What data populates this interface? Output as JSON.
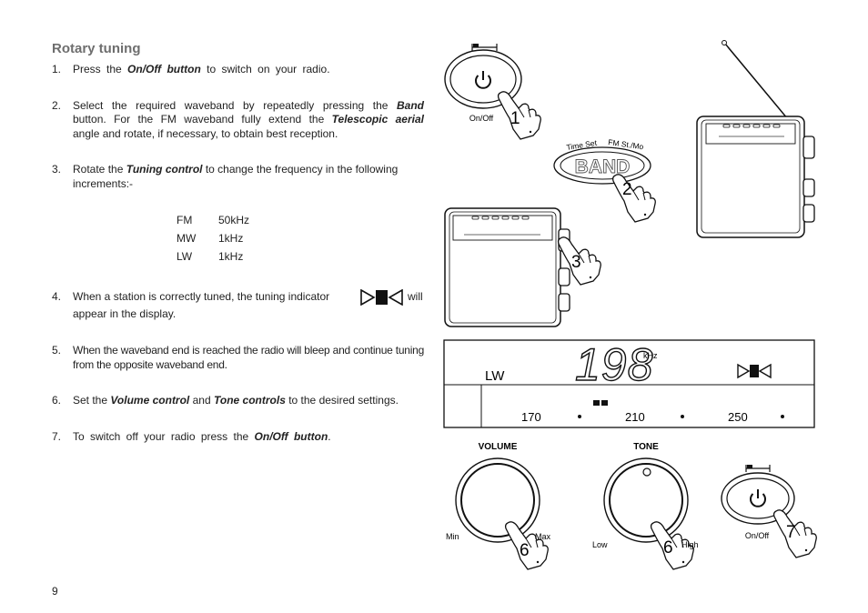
{
  "title": "Rotary tuning",
  "page_number": "9",
  "steps": [
    {
      "num": "1.",
      "pre": "Press the ",
      "bold": "On/Off button",
      "post": " to switch on your radio."
    },
    {
      "num": "2.",
      "line1_pre": "Select the required waveband by repeatedly pressing the ",
      "line1_bold": "Band",
      "line2_pre": "button. For the FM waveband fully extend the ",
      "line2_bold": "Telescopic aerial",
      "line3": "angle and rotate, if necessary, to obtain best reception."
    },
    {
      "num": "3.",
      "pre": "Rotate the ",
      "bold": "Tuning control",
      "post": " to change  the frequency in the following increments:-"
    },
    {
      "num": "4.",
      "pre": "When a station is correctly tuned, the tuning indicator",
      "post": "will",
      "line2": "appear in the display."
    },
    {
      "num": "5.",
      "text": "When the waveband end is reached the radio will bleep and continue tuning from the opposite waveband end."
    },
    {
      "num": "6.",
      "pre": "Set the ",
      "bold1": "Volume control",
      "mid": " and ",
      "bold2": "Tone controls",
      "post": " to the desired settings."
    },
    {
      "num": "7.",
      "pre": "To switch off your radio press the ",
      "bold": "On/Off button",
      "post": "."
    }
  ],
  "increments": [
    {
      "band": "FM",
      "value": "50kHz"
    },
    {
      "band": "MW",
      "value": "1kHz"
    },
    {
      "band": "LW",
      "value": "1kHz"
    }
  ],
  "diagram": {
    "onoff_label": "On/Off",
    "time_set_label": "Time Set",
    "fm_label": "FM St./Mo",
    "band_label": "BAND",
    "step_numbers": [
      "1",
      "2",
      "3",
      "6",
      "6",
      "7"
    ],
    "display": {
      "frequency": "198",
      "unit": "kHz",
      "band": "LW",
      "scale": [
        "170",
        "210",
        "250"
      ]
    },
    "volume_label": "VOLUME",
    "tone_label": "TONE",
    "volume_min": "Min",
    "volume_max": "Max",
    "tone_low": "Low",
    "tone_high": "High"
  }
}
